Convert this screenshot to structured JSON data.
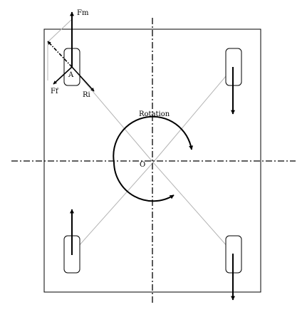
{
  "labels": {
    "fm": "Fm",
    "ff": "Ff",
    "ri": "Ri",
    "a": "A",
    "o": "O",
    "rotation": "Rotation"
  },
  "colors": {
    "stroke": "#000000",
    "guide": "#b4b4b4",
    "background": "#ffffff"
  }
}
